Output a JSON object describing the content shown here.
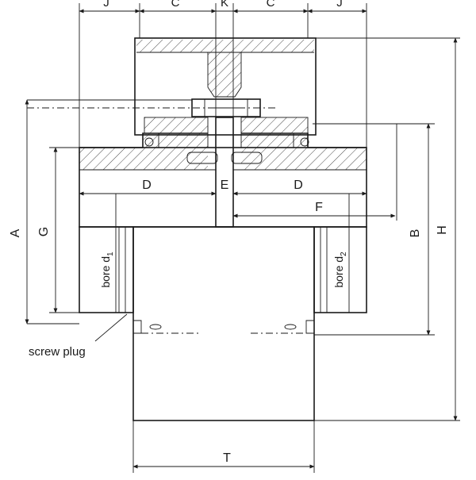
{
  "colors": {
    "line": "#1a1a1a",
    "background": "#ffffff"
  },
  "dimensions": {
    "J_left": "J",
    "C_left": "C",
    "K": "K",
    "C_right": "C",
    "J_right": "J",
    "A": "A",
    "G": "G",
    "D_left": "D",
    "E": "E",
    "D_right": "D",
    "F": "F",
    "B": "B",
    "H": "H",
    "T": "T"
  },
  "labels": {
    "bore_d1": "bore d",
    "bore_d1_sub": "1",
    "bore_d2": "bore d",
    "bore_d2_sub": "2",
    "screw_plug": "screw plug"
  }
}
